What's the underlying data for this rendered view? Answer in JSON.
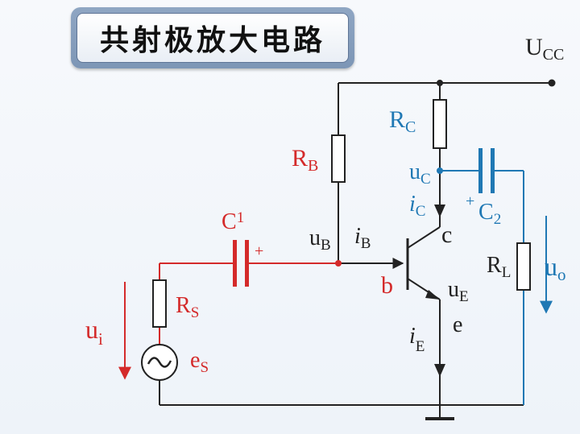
{
  "title": "共射极放大电路",
  "colors": {
    "black": "#222222",
    "red": "#d42a2a",
    "blue": "#1f78b4"
  },
  "labels": {
    "ucc": "U",
    "ucc_sub": "CC",
    "rc": "R",
    "rc_sub": "C",
    "rb": "R",
    "rb_sub": "B",
    "uc": "u",
    "uc_sub": "C",
    "ic": "i",
    "ic_sub": "C",
    "c2_plus": "+",
    "c2": "C",
    "c2_sub": "2",
    "c_terminal": "c",
    "c1": "C",
    "c1_sub": "1",
    "c1_plus": "+",
    "ub": "u",
    "ub_sub": "B",
    "ib": "i",
    "ib_sub": "B",
    "b_terminal": "b",
    "ue": "u",
    "ue_sub": "E",
    "e_terminal": "e",
    "ie": "i",
    "ie_sub": "E",
    "rs": "R",
    "rs_sub": "S",
    "ui": "u",
    "ui_sub": "i",
    "es": "e",
    "es_sub": "S",
    "rl": "R",
    "rl_sub": "L",
    "uo": "u",
    "uo_sub": "o"
  }
}
